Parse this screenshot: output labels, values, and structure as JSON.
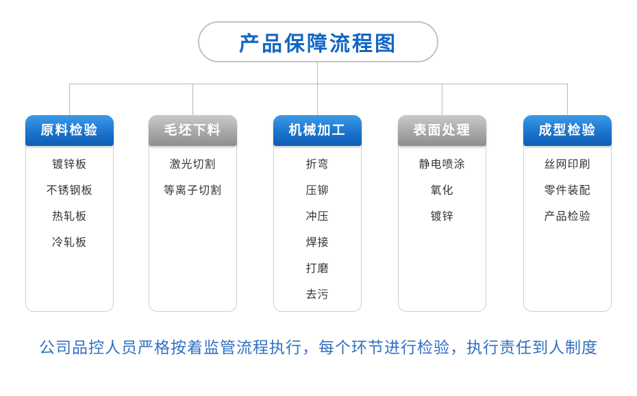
{
  "title": "产品保障流程图",
  "columns": [
    {
      "header": "原料检验",
      "style": "blue",
      "items": [
        "镀锌板",
        "不锈钢板",
        "热轧板",
        "冷轧板"
      ]
    },
    {
      "header": "毛坯下料",
      "style": "gray",
      "items": [
        "激光切割",
        "等离子切割"
      ]
    },
    {
      "header": "机械加工",
      "style": "blue",
      "items": [
        "折弯",
        "压铆",
        "冲压",
        "焊接",
        "打磨",
        "去污"
      ]
    },
    {
      "header": "表面处理",
      "style": "gray",
      "items": [
        "静电喷涂",
        "氧化",
        "镀锌"
      ]
    },
    {
      "header": "成型检验",
      "style": "blue",
      "items": [
        "丝网印刷",
        "零件装配",
        "产品检验"
      ]
    }
  ],
  "caption": "公司品控人员严格按着监管流程执行，每个环节进行检验，执行责任到人制度",
  "colors": {
    "title_text": "#1166c4",
    "caption_text": "#3070c5",
    "blue_top": "#3d9ce8",
    "blue_bottom": "#0e5db5",
    "gray_top": "#c9c9c9",
    "gray_bottom": "#8e8e8e",
    "line": "#b9b9b9",
    "card_border": "#cfcfcf",
    "pill_border": "#c2c2c2",
    "item_text": "#333333"
  }
}
